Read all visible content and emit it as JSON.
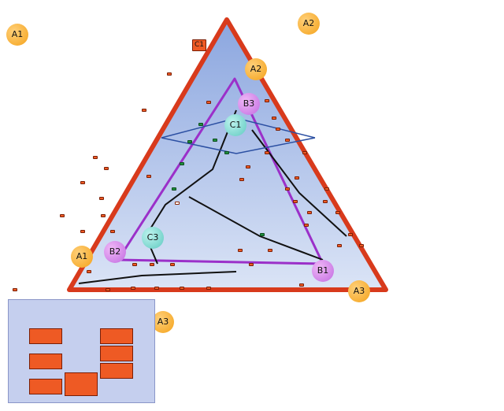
{
  "colors": {
    "triangle_outer": "#d83a1c",
    "triangle_fill_top": "#8ba6df",
    "triangle_fill_bottom": "#dbe4f6",
    "purple_path": "#9b30c9",
    "black_path": "#111111",
    "node": "#ee5a24",
    "node_green": "#1e8e3e",
    "legend_bg": "#c5cfee"
  },
  "badges": {
    "a1_top": "A1",
    "a2_top": "A2",
    "a3_bottom": "A3",
    "a1": "A1",
    "a2": "A2",
    "a3": "A3",
    "b1": "B1",
    "b2": "B2",
    "b3": "B3",
    "c1": "C1",
    "c3": "C3"
  },
  "text_left": {
    "a1": "",
    "a1b": "",
    "va": "",
    "ga": "",
    "sa": "",
    "da": "",
    "b2": "",
    "b2b": "",
    "c3": "",
    "c3b": ""
  },
  "text_right": {
    "a2": "",
    "a2b": "",
    "c1": "",
    "c1b": "",
    "vc": "",
    "gc": "",
    "sc": "",
    "dc": "",
    "b3": "",
    "b3b": ""
  },
  "text_bottom": {
    "a3": "",
    "b1": "",
    "vb": "",
    "gb": "",
    "sb": "",
    "db": "",
    "c2": ""
  },
  "nodes": {
    "n01": "C1",
    "n02": "",
    "n03": "",
    "n04": "",
    "n05": "",
    "n06": "",
    "n07": "",
    "n08": "",
    "n09": "",
    "n10": "",
    "n11": "",
    "n12": "",
    "n13": "",
    "n14": "",
    "n15": "",
    "n16": "",
    "n17": "",
    "n18": "",
    "n19": "",
    "n20": "",
    "n21": "",
    "n22": "",
    "n23": "",
    "n24": "",
    "n25": "",
    "n26": "",
    "n27": "",
    "n28": "",
    "n29": "",
    "n30": "",
    "n31": "",
    "n32": "",
    "n33": "",
    "n34": "",
    "n35": "",
    "n36": "",
    "n37": "",
    "n38": "",
    "n39": "",
    "n40": "",
    "n41": "",
    "n42": "",
    "n43": "",
    "n44": "",
    "n45": "",
    "n46": "",
    "n47": "",
    "n48": "",
    "n49": "",
    "n50": "",
    "n51": "",
    "n52": "",
    "n53": "",
    "n54": ""
  },
  "legend": {
    "l1": "",
    "l2": "",
    "l3": "",
    "l4": "",
    "l5": "",
    "l6": "",
    "l7": ""
  },
  "watermark": ""
}
